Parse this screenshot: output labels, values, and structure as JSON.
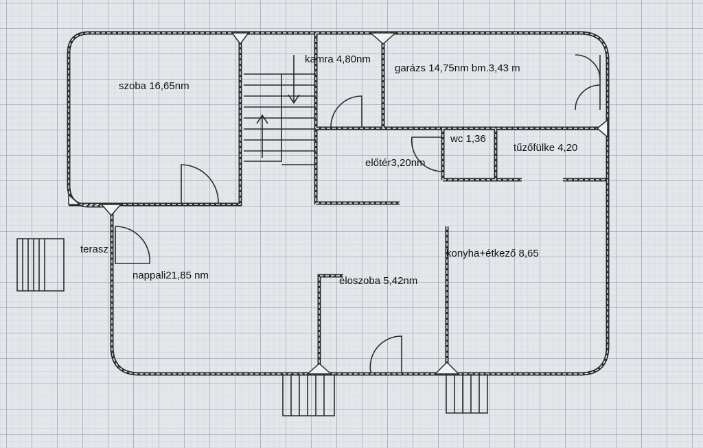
{
  "rooms": {
    "szoba": "szoba 16,65nm",
    "kamra": "kamra 4,80nm",
    "garazs": "garázs 14,75nm bm.3,43 m",
    "wc": "wc 1,36",
    "tuzofulke": "tűzőfülke 4,20",
    "eloter": "előtér3,20nm",
    "terasz": "terasz",
    "nappali": "nappali21,85 nm",
    "eloszoba": "eloszoba 5,42nm",
    "konyha": "konyha+étkező 8,65"
  },
  "colors": {
    "background": "#e4e7ea",
    "grid_major": "#8f9bb8",
    "grid_minor": "#c3c9d6",
    "wall": "#2a2a2a"
  }
}
